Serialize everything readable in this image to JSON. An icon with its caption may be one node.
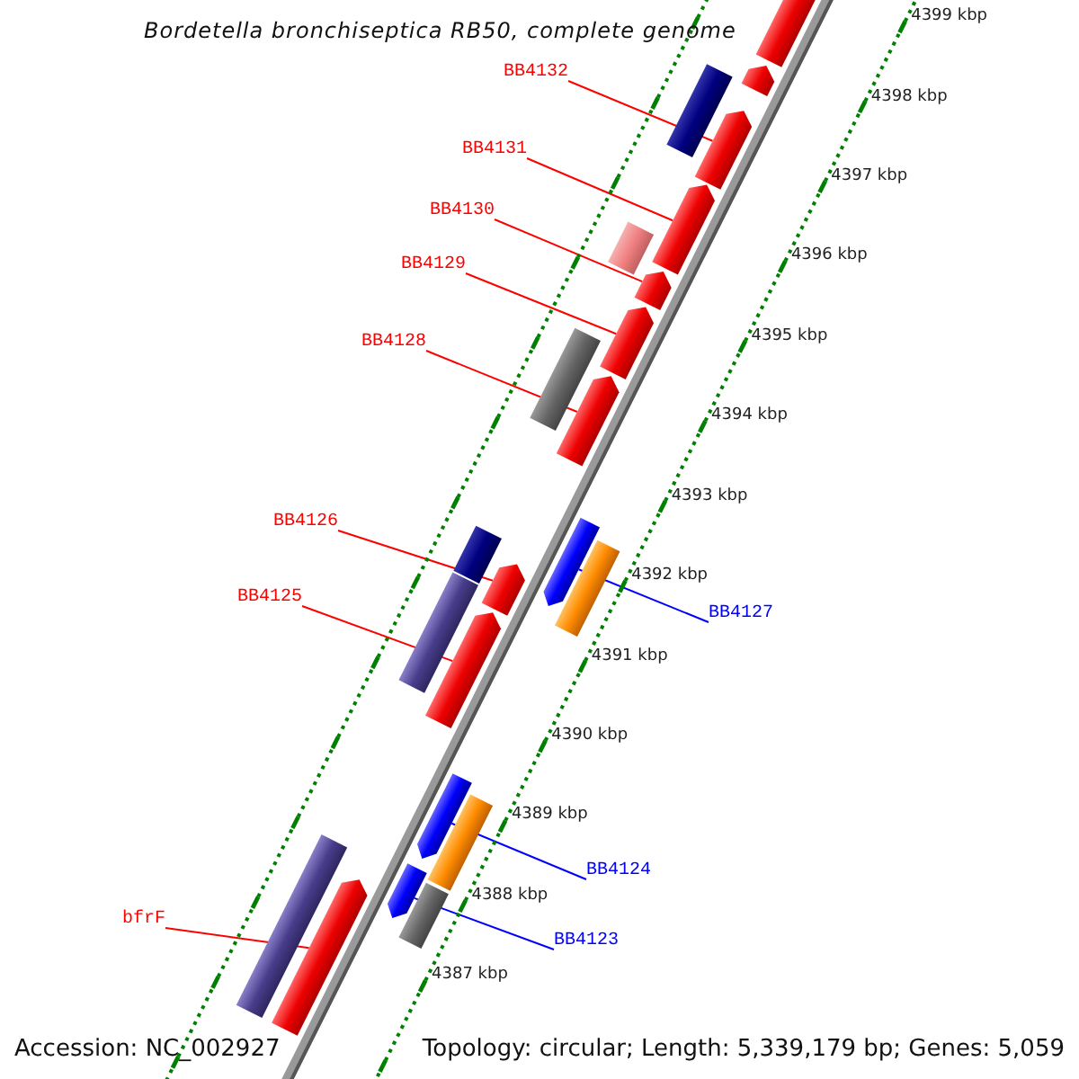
{
  "diagram": {
    "title": "Bordetella bronchiseptica RB50, complete genome",
    "nodes": [
      {
        "text": [
          "BB4132"
        ]
      },
      {
        "text": [
          "BB4131"
        ]
      },
      {
        "text": [
          "BB4130"
        ]
      },
      {
        "text": [
          "BB4129"
        ]
      },
      {
        "text": [
          "BB4128"
        ]
      },
      {
        "text": [
          "BB4126"
        ]
      },
      {
        "text": [
          "BB4125"
        ]
      },
      {
        "text": [
          "BB4127"
        ]
      },
      {
        "text": [
          "BB4124"
        ]
      },
      {
        "text": [
          "bfrF"
        ]
      },
      {
        "text": [
          "BB4123"
        ]
      },
      {
        "text": [],
        "shape": "bar"
      },
      {
        "text": [],
        "shape": "bar"
      },
      {
        "text": [],
        "shape": "bar"
      },
      {
        "text": [],
        "shape": "bar"
      },
      {
        "text": [],
        "shape": "bar"
      },
      {
        "text": [],
        "shape": "bar"
      },
      {
        "text": [],
        "shape": "bar"
      },
      {
        "text": [],
        "shape": "bar"
      },
      {
        "text": [],
        "shape": "bar"
      },
      {
        "text": [],
        "shape": "bar"
      },
      {
        "text": [],
        "shape": "bar"
      },
      {
        "text": [],
        "shape": "bar"
      },
      {
        "text": [],
        "shape": "bar"
      },
      {
        "text": [],
        "shape": "bar"
      },
      {
        "text": [],
        "shape": "bar"
      },
      {
        "text": [],
        "shape": "bar"
      },
      {
        "text": [],
        "shape": "bar"
      },
      {
        "text": [],
        "shape": "bar"
      },
      {
        "text": [],
        "shape": "bar"
      },
      {
        "text": [],
        "shape": "bar"
      },
      {
        "text": [],
        "shape": "bar"
      },
      {
        "text": [],
        "shape": "bar"
      }
    ],
    "edges": [
      {
        "from": 0,
        "to": 14,
        "arrow": "none"
      },
      {
        "from": 1,
        "to": 15,
        "arrow": "none"
      },
      {
        "from": 2,
        "to": 17,
        "arrow": "none"
      },
      {
        "from": 3,
        "to": 18,
        "arrow": "none"
      },
      {
        "from": 4,
        "to": 20,
        "arrow": "none"
      },
      {
        "from": 5,
        "to": 24,
        "arrow": "none"
      },
      {
        "from": 6,
        "to": 26,
        "arrow": "none"
      },
      {
        "from": 7,
        "to": 21,
        "arrow": "none",
        "color": "#0000ff"
      },
      {
        "from": 8,
        "to": 27,
        "arrow": "none",
        "color": "#0000ff"
      },
      {
        "from": 9,
        "to": 32,
        "arrow": "none"
      },
      {
        "from": 10,
        "to": 29,
        "arrow": "none",
        "color": "#0000ff"
      }
    ],
    "labels": [
      "4399 kbp",
      "4398 kbp",
      "4397 kbp",
      "4396 kbp",
      "4395 kbp",
      "4394 kbp",
      "4393 kbp",
      "4392 kbp",
      "4391 kbp",
      "4390 kbp",
      "4389 kbp",
      "4388 kbp",
      "4387 kbp",
      "Accession: NC_002927",
      "Topology: circular; Length: 5,339,179 bp; Genes: 5,059"
    ]
  }
}
